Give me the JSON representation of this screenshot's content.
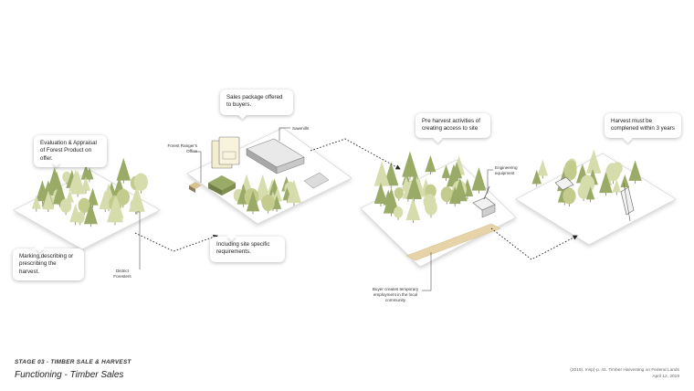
{
  "callouts": {
    "evaluation": "Evaluation & Appraisal of Forest Product on offer.",
    "marking": "Marking,describing or prescribing the harvest.",
    "sales_package": "Sales package offered to buyers.",
    "site_requirements": "Including site specific requirements.",
    "pre_harvest": "Pre harvest activities of creating access to site",
    "harvest_complete": "Harvest must be complened within 3 years"
  },
  "labels": {
    "district_foresters": "District Foresters",
    "forest_rangers_office": "Forest Ranger's Office",
    "sawmills": "Sawmills",
    "engineering_equipment": "Engineering equipment",
    "buyer_employment": "Buyer creates temporary employment in the local community"
  },
  "footer": {
    "stage": "STAGE 03 - TIMBER SALE & HARVEST",
    "title": "Functioning - Timber Sales",
    "citation": "(2019). Insp)·p. 41. Timber Harvesting on Federal Lands",
    "date": "April 12, 2019"
  },
  "colors": {
    "tree_dark": "#9aab67",
    "tree_light": "#d6dcac",
    "ground": "#ffffff",
    "road": "#e6d3a8",
    "arrow": "#222222"
  }
}
